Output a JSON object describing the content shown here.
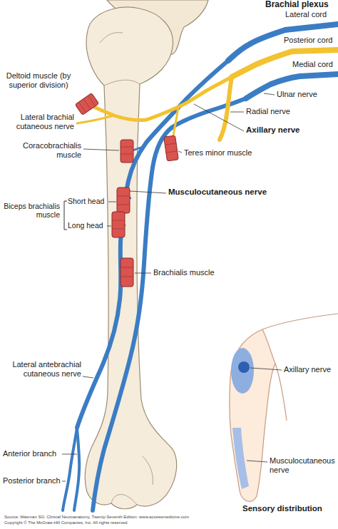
{
  "diagram": {
    "labels": [
      "Brachial plexus",
      "Lateral cord",
      "Posterior cord",
      "Medial cord",
      "Ulnar nerve",
      "Radial nerve",
      "Deltoid muscle (by superior division)",
      "Axillary nerve",
      "Lateral brachial cutaneous nerve",
      "Coracobrachialis muscle",
      "Teres minor muscle",
      "Musculocutaneous nerve",
      "Short head",
      "Biceps brachialis muscle",
      "Long head",
      "Brachialis muscle",
      "Axillary nerve",
      "Lateral antebrachial cutaneous nerve",
      "Anterior branch",
      "Musculocutaneous nerve",
      "Posterior branch",
      "Sensory distribution",
      "Source: Waxman SG: Clinical Neuroanatomy, Twenty-Seventh Edition: www.accessmedicine.com",
      "Copyright © The McGraw-Hill Companies, Inc. All rights reserved."
    ]
  }
}
